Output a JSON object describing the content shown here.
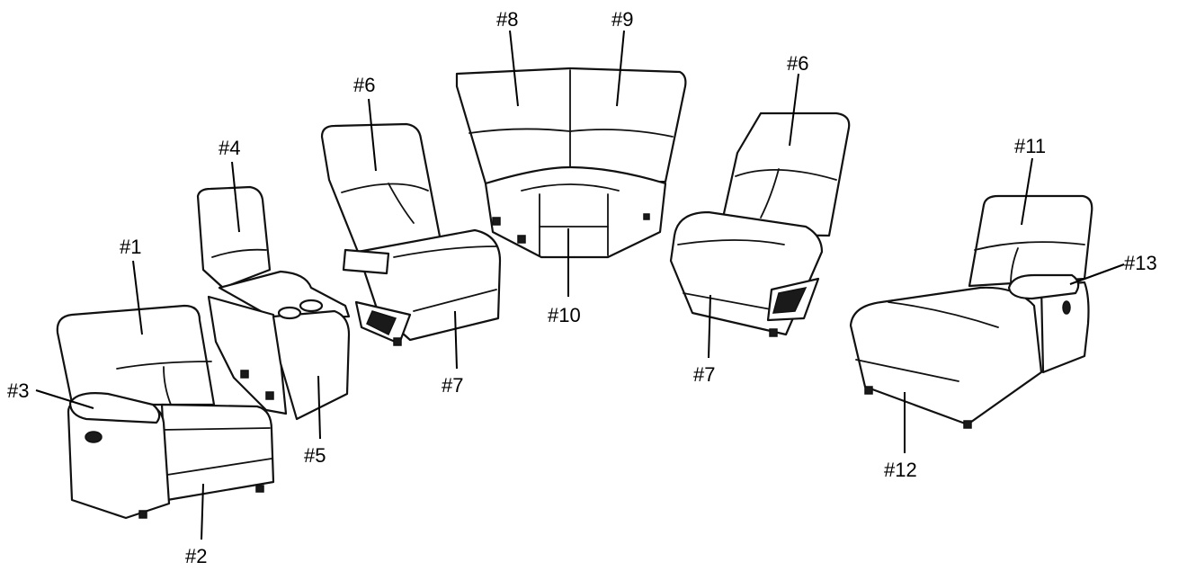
{
  "diagram": {
    "background": "#ffffff",
    "line_color": "#111111",
    "callouts": [
      {
        "id": "c1",
        "label": "#1"
      },
      {
        "id": "c2",
        "label": "#2"
      },
      {
        "id": "c3",
        "label": "#3"
      },
      {
        "id": "c4",
        "label": "#4"
      },
      {
        "id": "c5",
        "label": "#5"
      },
      {
        "id": "c6a",
        "label": "#6"
      },
      {
        "id": "c7a",
        "label": "#7"
      },
      {
        "id": "c8",
        "label": "#8"
      },
      {
        "id": "c9",
        "label": "#9"
      },
      {
        "id": "c10",
        "label": "#10"
      },
      {
        "id": "c6b",
        "label": "#6"
      },
      {
        "id": "c7b",
        "label": "#7"
      },
      {
        "id": "c11",
        "label": "#11"
      },
      {
        "id": "c12",
        "label": "#12"
      },
      {
        "id": "c13",
        "label": "#13"
      }
    ]
  }
}
